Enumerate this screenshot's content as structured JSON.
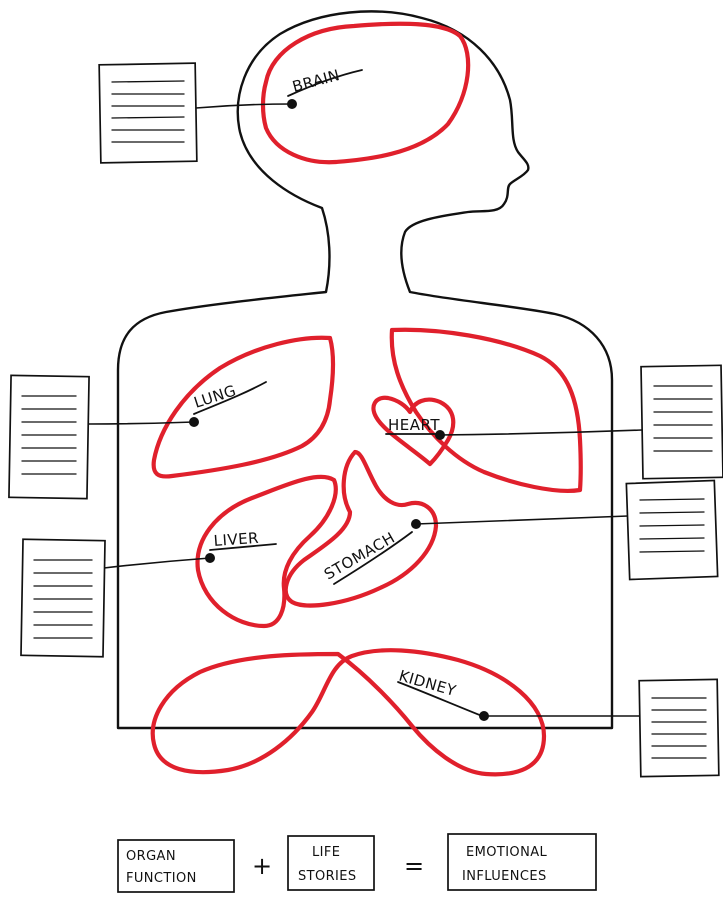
{
  "organs": [
    {
      "key": "brain",
      "label": "BRAIN"
    },
    {
      "key": "lung",
      "label": "LUNG"
    },
    {
      "key": "heart",
      "label": "HEART"
    },
    {
      "key": "liver",
      "label": "LIVER"
    },
    {
      "key": "stomach",
      "label": "STOMACH"
    },
    {
      "key": "kidney",
      "label": "KIDNEY"
    }
  ],
  "equation": {
    "term1": {
      "line1": "ORGAN",
      "line2": "FUNCTION"
    },
    "operator1": "+",
    "term2": {
      "line1": "LIFE",
      "line2": "STORIES"
    },
    "operator2": "=",
    "result": {
      "line1": "EMOTIONAL",
      "line2": "INFLUENCES"
    }
  },
  "colors": {
    "organ_outline": "#e0202c",
    "body_outline": "#111111"
  }
}
